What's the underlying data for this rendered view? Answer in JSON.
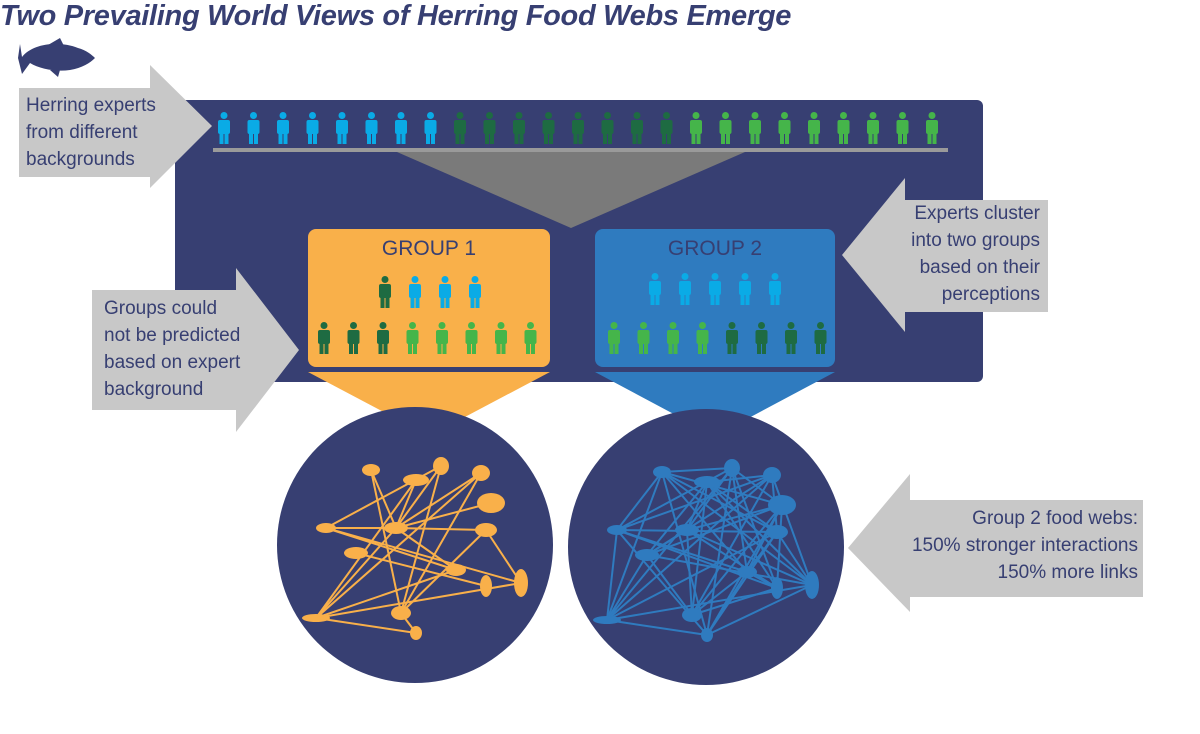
{
  "title": "Two Prevailing World Views of Herring Food Webs Emerge",
  "colors": {
    "navy": "#373f72",
    "arrow_gray": "#c8c8c8",
    "funnel_gray": "#7a7a7a",
    "group1": "#f9b04a",
    "group2": "#2f7bbf",
    "expert_blue": "#0aabe6",
    "expert_dark_green": "#1e6b42",
    "expert_light_green": "#45b54a"
  },
  "experts_row": [
    "blue",
    "blue",
    "blue",
    "blue",
    "blue",
    "blue",
    "blue",
    "blue",
    "dark",
    "dark",
    "dark",
    "dark",
    "dark",
    "dark",
    "dark",
    "dark",
    "light",
    "light",
    "light",
    "light",
    "light",
    "light",
    "light",
    "light",
    "light"
  ],
  "callouts": {
    "experts": [
      "Herring experts",
      "from different",
      "backgrounds"
    ],
    "cluster": [
      "Experts cluster",
      "into two groups",
      "based on their",
      "perceptions"
    ],
    "predict": [
      "Groups could",
      "not be predicted",
      "based on expert",
      "background"
    ],
    "group2_webs": [
      "Group 2 food webs:",
      "150% stronger interactions",
      "150% more links"
    ]
  },
  "groups": [
    {
      "label": "GROUP 1",
      "top": [
        "dark",
        "blue",
        "blue",
        "blue"
      ],
      "bottom": [
        "dark",
        "dark",
        "dark",
        "light",
        "light",
        "light",
        "light",
        "light"
      ]
    },
    {
      "label": "GROUP 2",
      "top": [
        "blue",
        "blue",
        "blue",
        "blue",
        "blue"
      ],
      "bottom": [
        "light",
        "light",
        "light",
        "light",
        "dark",
        "dark",
        "dark",
        "dark"
      ]
    }
  ],
  "icons": {
    "title": "fish-icon",
    "expert": "person-icon",
    "web_nodes": "organism-silhouette-icon"
  }
}
